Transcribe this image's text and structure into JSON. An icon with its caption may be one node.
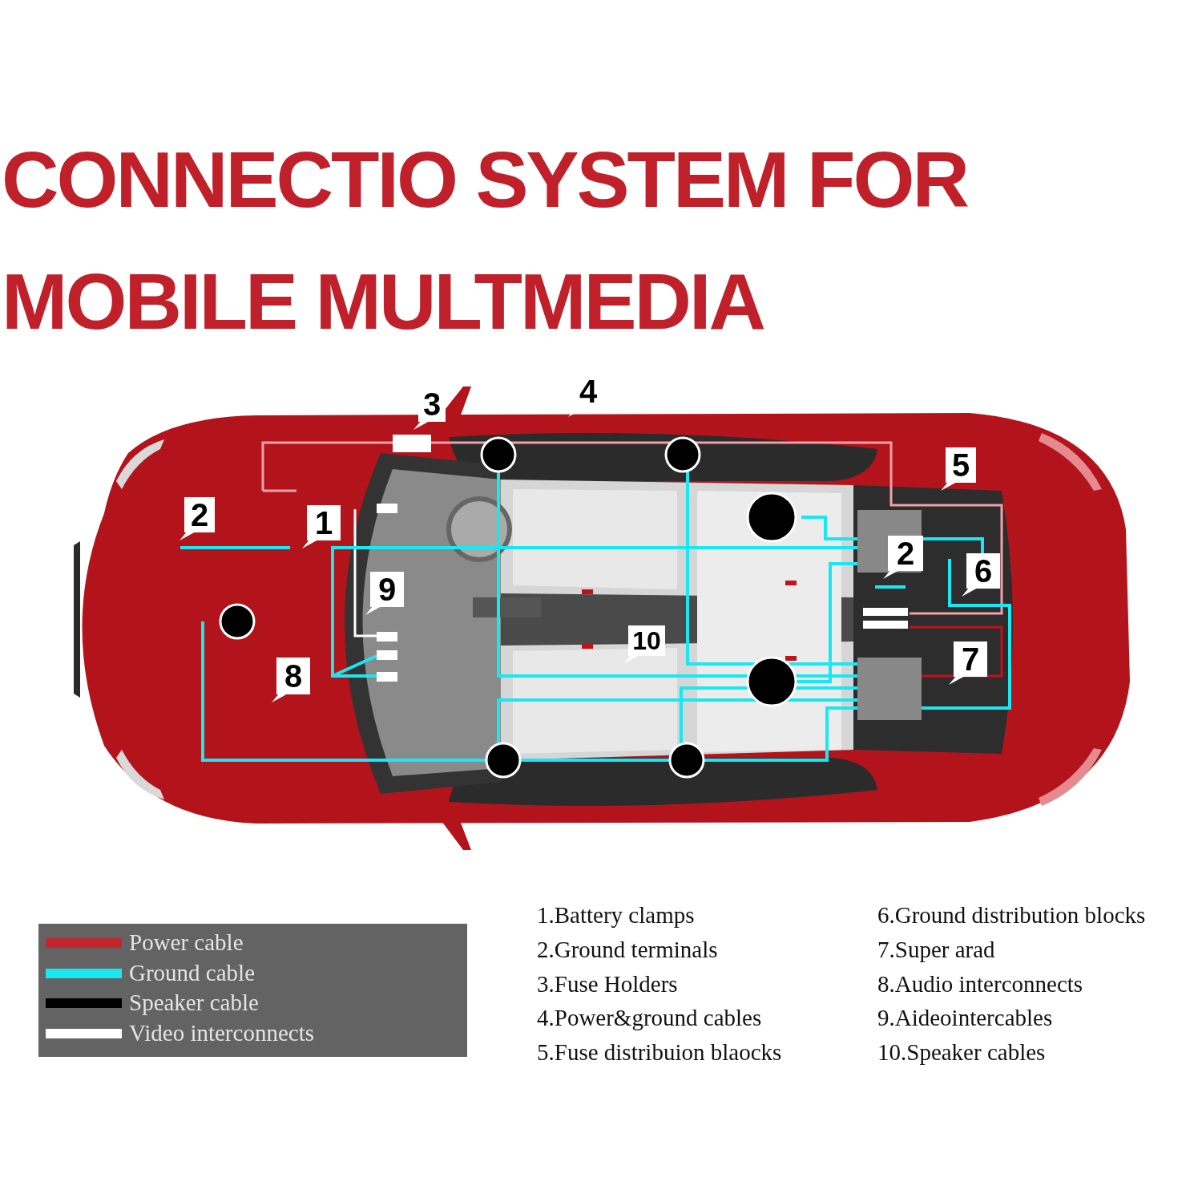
{
  "diagram": {
    "title": "CONNECTIO SYSTEM FOR MOBILE MULTMEDIA",
    "labels": [
      "4",
      "3",
      "5",
      "2",
      "1",
      "2",
      "6",
      "9",
      "10",
      "7",
      "8",
      "1.Battery clamps",
      "2.Ground terminals",
      "3.Fuse Holders",
      "4.Power&ground cables",
      "5.Fuse distribuion blaocks",
      "6.Ground distribution blocks",
      "7.Super arad",
      "8.Audio interconnects",
      "9.Aideointercables",
      "10.Speaker cables"
    ],
    "legend": [
      {
        "text": "Power cable",
        "color": "#c1272d"
      },
      {
        "text": "Ground cable",
        "color": "#19e8f2"
      },
      {
        "text": "Speaker cable",
        "color": "#000000"
      },
      {
        "text": "Video interconnects",
        "color": "#ffffff"
      }
    ]
  }
}
